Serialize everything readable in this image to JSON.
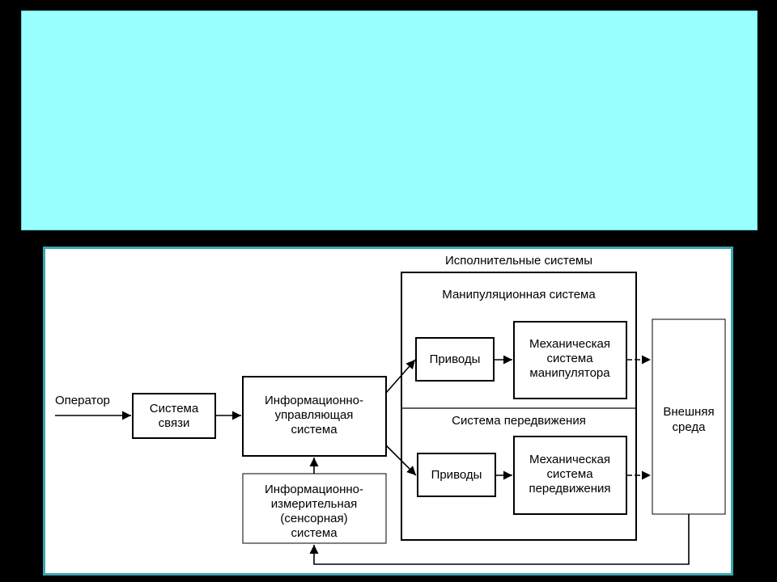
{
  "diagram": {
    "labels": {
      "executive_systems": "Исполнительные системы",
      "manipulation_system": "Манипуляционная система",
      "locomotion_system": "Система передвижения",
      "operator": "Оператор"
    },
    "nodes": {
      "communication": [
        "Система",
        "связи"
      ],
      "control": [
        "Информационно-",
        "управляющая",
        "система"
      ],
      "sensor": [
        "Информационно-",
        "измерительная",
        "(сенсорная)",
        "система"
      ],
      "drives_top": [
        "Приводы"
      ],
      "mech_manipulator": [
        "Механическая",
        "система",
        "манипулятора"
      ],
      "drives_bottom": [
        "Приводы"
      ],
      "mech_locomotion": [
        "Механическая",
        "система",
        "передвижения"
      ],
      "environment": [
        "Внешняя",
        "среда"
      ]
    }
  },
  "colors": {
    "title_panel": "#99ffff",
    "frame_border": "#3aa6b0",
    "background": "#000000"
  }
}
